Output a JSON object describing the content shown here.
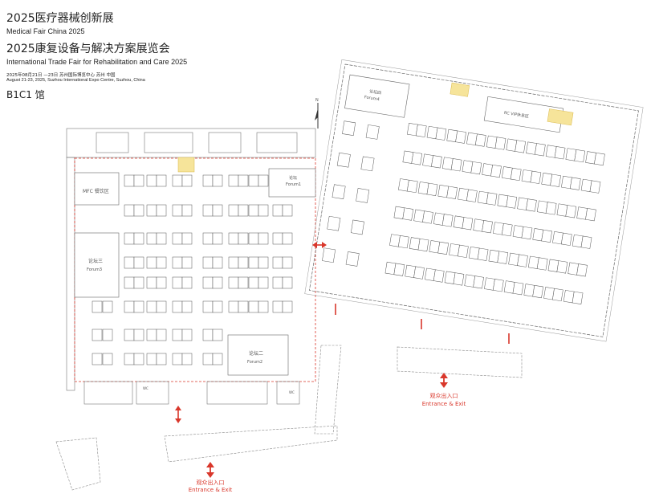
{
  "header": {
    "title_cn_1": "2025医疗器械创新展",
    "title_en_1": "Medical Fair China 2025",
    "title_cn_2": "2025康复设备与解决方案展览会",
    "title_en_2": "International Trade Fair for Rehabilitation and Care 2025",
    "date_cn": "2025年08月21日 —23日  苏州国际博览中心  苏州  中国",
    "date_en": "August 21-23, 2025, Suzhou International Expo Centre, Suzhou, China",
    "hall": "B1C1 馆"
  },
  "compass": "N",
  "areas": {
    "mfc_dining": "MFC 餐饮区",
    "forum1_cn": "论坛",
    "forum1_en": "Forum1",
    "forum3_cn": "论坛三",
    "forum3_en": "Forum3",
    "forum2_cn": "论坛二",
    "forum2_en": "Forum2",
    "forum4_cn": "论坛四",
    "forum4_en": "Forum4",
    "vip": "RC VIP休息区",
    "wc": "WC"
  },
  "exits": [
    {
      "cn": "观众出入口",
      "en": "Entrance & Exit"
    },
    {
      "cn": "观众出入口",
      "en": "Entrance & Exit"
    }
  ],
  "colors": {
    "accent": "#d9372b",
    "line": "#555555",
    "highlight": "#f6e49a"
  }
}
